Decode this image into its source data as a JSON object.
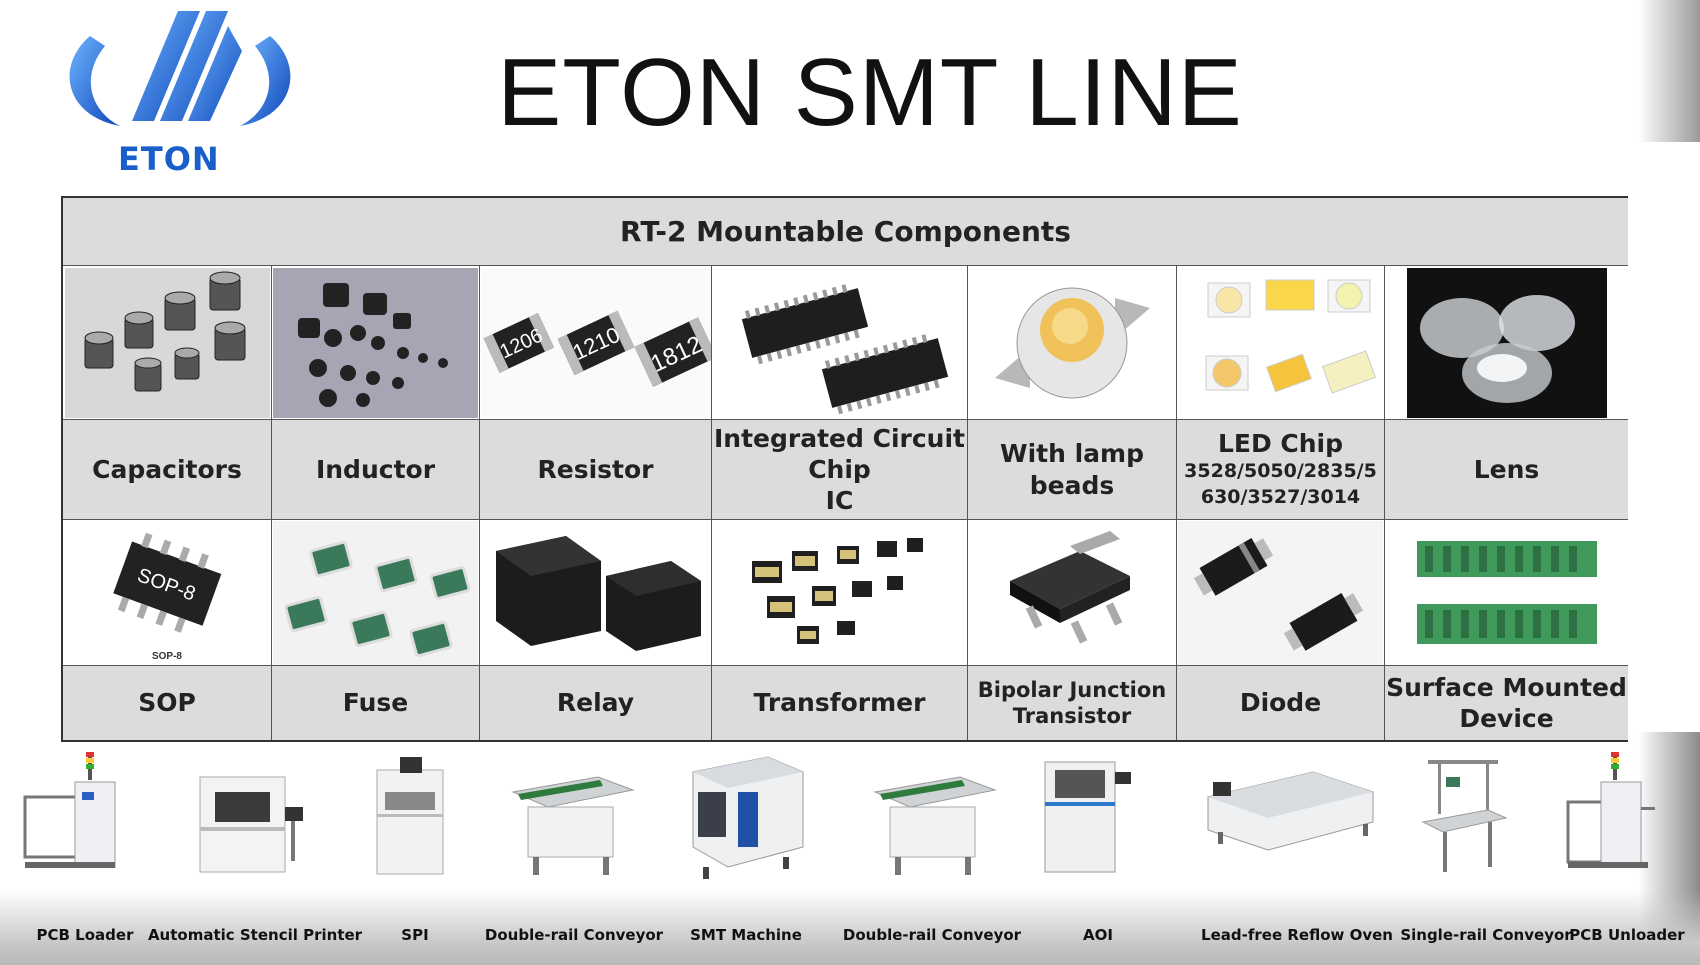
{
  "header": {
    "logo_text": "ETON",
    "title": "ETON SMT LINE"
  },
  "table": {
    "title": "RT-2 Mountable Components",
    "row1": [
      {
        "lines": [
          "Capacitors"
        ],
        "icon": "capacitors-photo-icon"
      },
      {
        "lines": [
          "Inductor"
        ],
        "icon": "inductor-photo-icon"
      },
      {
        "lines": [
          "Resistor"
        ],
        "icon": "resistor-photo-icon"
      },
      {
        "lines": [
          "Integrated Circuit",
          "Chip",
          "IC"
        ],
        "icon": "ic-photo-icon"
      },
      {
        "lines": [
          "With lamp",
          "beads"
        ],
        "icon": "lamp-bead-photo-icon"
      },
      {
        "lines": [
          "LED Chip",
          "3528/5050/2835/5",
          "630/3527/3014"
        ],
        "icon": "led-chip-photo-icon"
      },
      {
        "lines": [
          "Lens"
        ],
        "icon": "lens-photo-icon"
      }
    ],
    "row2": [
      {
        "lines": [
          "SOP"
        ],
        "icon": "sop-photo-icon"
      },
      {
        "lines": [
          "Fuse"
        ],
        "icon": "fuse-photo-icon"
      },
      {
        "lines": [
          "Relay"
        ],
        "icon": "relay-photo-icon"
      },
      {
        "lines": [
          "Transformer"
        ],
        "icon": "transformer-photo-icon"
      },
      {
        "lines": [
          "Bipolar Junction",
          "Transistor"
        ],
        "icon": "transistor-photo-icon"
      },
      {
        "lines": [
          "Diode"
        ],
        "icon": "diode-photo-icon"
      },
      {
        "lines": [
          "Surface Mounted",
          "Device"
        ],
        "icon": "smd-connector-photo-icon"
      }
    ],
    "image_text": {
      "resistors": [
        "1206",
        "1210",
        "1812"
      ],
      "sop_chip": "SOP-8",
      "sop_caption": "SOP-8"
    }
  },
  "machines": [
    {
      "label": "PCB Loader"
    },
    {
      "label": "Automatic Stencil Printer"
    },
    {
      "label": "SPI"
    },
    {
      "label": "Double-rail Conveyor"
    },
    {
      "label": "SMT Machine"
    },
    {
      "label": "Double-rail Conveyor"
    },
    {
      "label": "AOI"
    },
    {
      "label": "Lead-free Reflow Oven"
    },
    {
      "label": "Single-rail Conveyor"
    },
    {
      "label": "PCB Unloader"
    }
  ],
  "colors": {
    "brand_blue": "#1a5fc9",
    "header_gray": "#dcdcdc",
    "border": "#333333"
  }
}
